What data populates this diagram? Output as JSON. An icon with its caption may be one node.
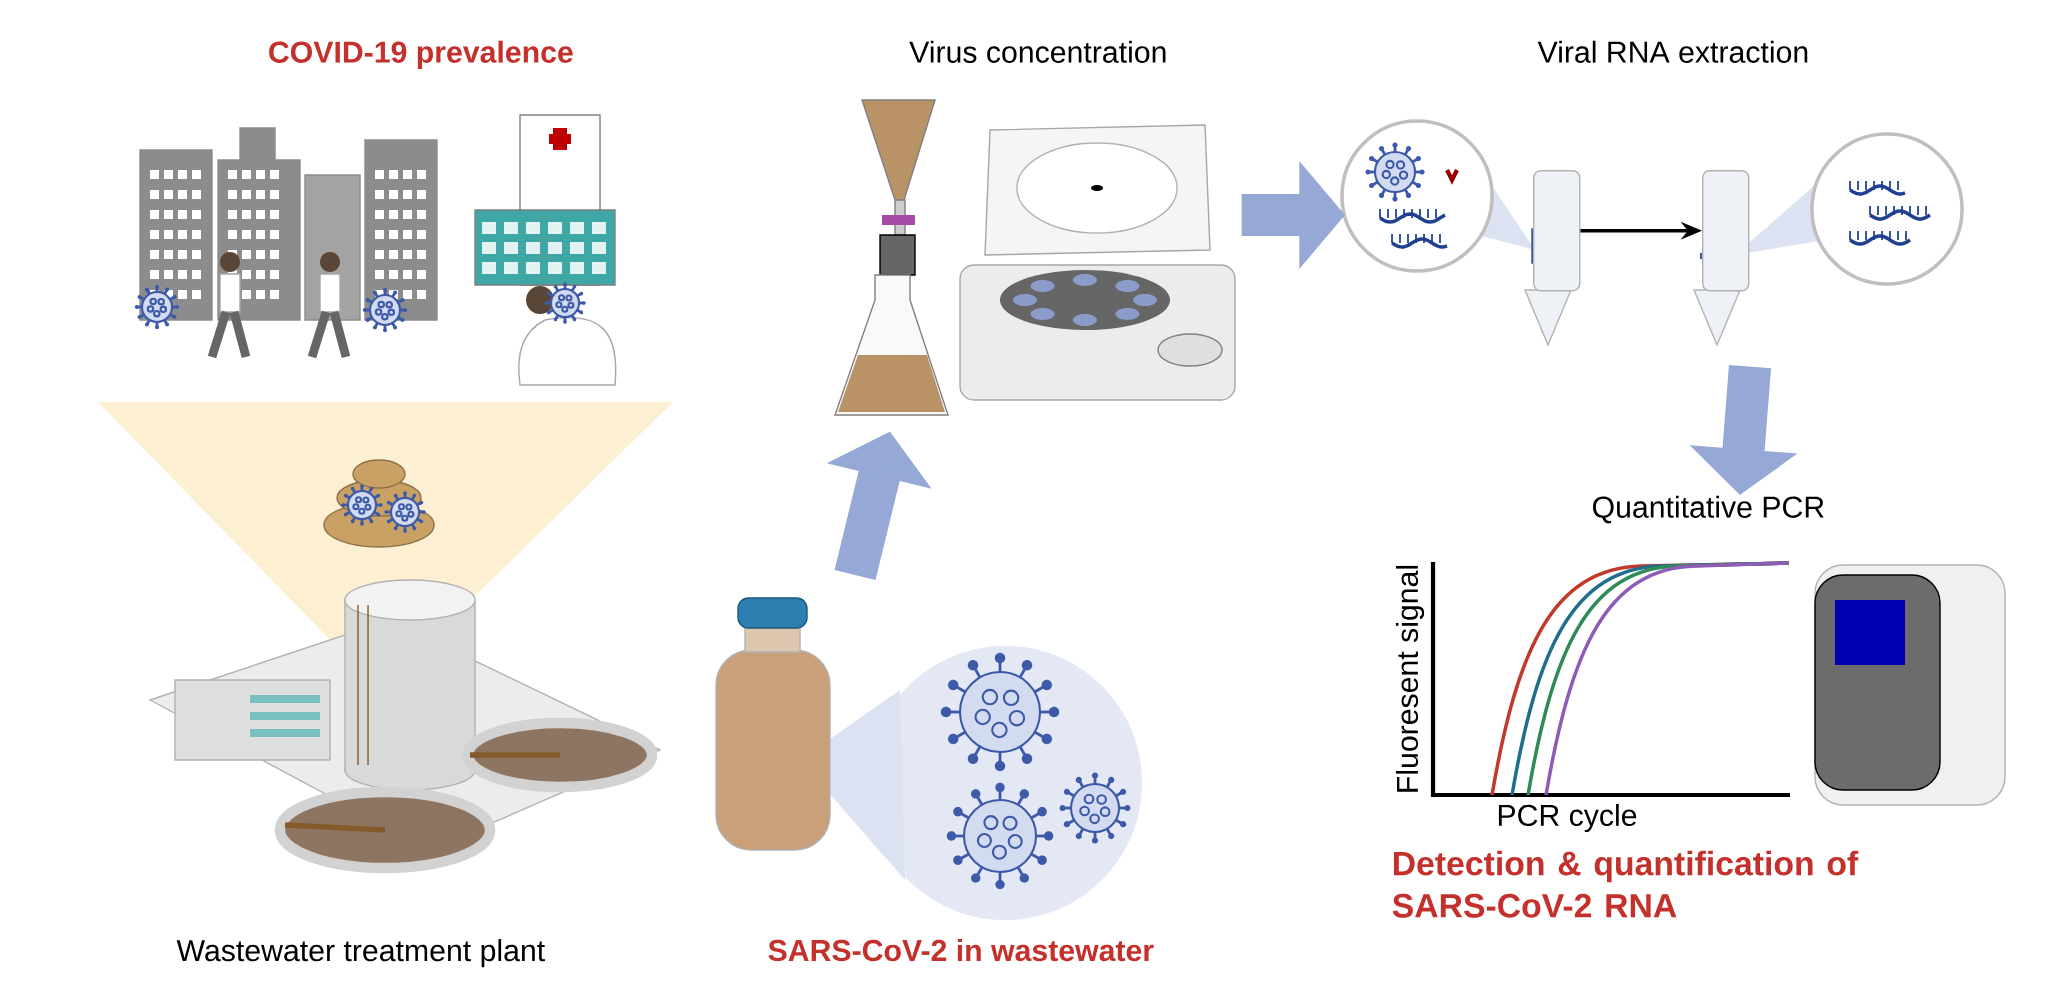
{
  "diagram": {
    "nodes": [
      {
        "text": [
          "COVID-19 prevalence"
        ]
      },
      {
        "text": [
          "Virus concentration"
        ]
      },
      {
        "text": [
          "Viral RNA extraction"
        ]
      },
      {
        "text": [],
        "shape": "picture",
        "in": 2
      },
      {
        "text": [],
        "shape": "picture",
        "in": 2
      },
      {
        "text": [
          "Quantitative PCR"
        ],
        "beside": [
          "Detection & quantification of SARS-CoV-2 RNA"
        ]
      },
      {
        "text": [
          "Wastewater treatment plant"
        ]
      },
      {
        "text": [
          "SARS-CoV-2 in wastewater"
        ]
      }
    ],
    "edges": [
      {
        "from": 7,
        "to": 1,
        "arrow": "to"
      },
      {
        "from": 1,
        "to": 2,
        "arrow": "to"
      },
      {
        "from": 3,
        "to": 4,
        "arrow": "to",
        "color": "#000000"
      },
      {
        "from": 2,
        "to": 5,
        "arrow": "to"
      }
    ],
    "labels": [
      "Fluoresent signal",
      "PCR cycle"
    ]
  }
}
